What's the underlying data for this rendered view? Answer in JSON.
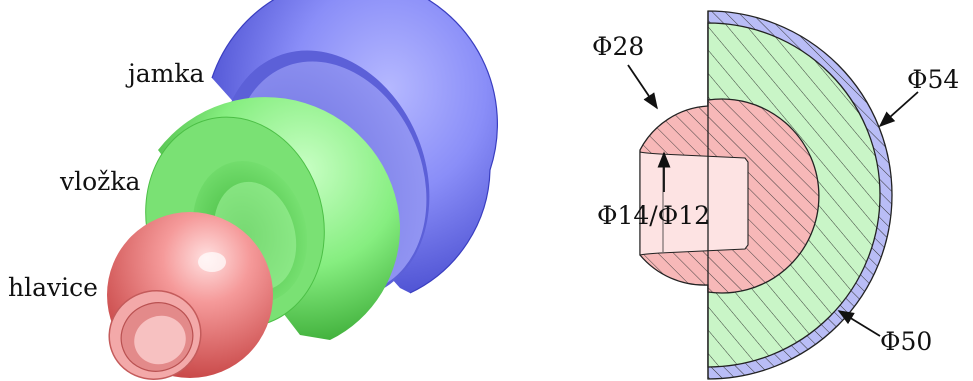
{
  "left_view": {
    "labels": {
      "jamka": "jamka",
      "vlozka": "vložka",
      "hlavice": "hlavice"
    },
    "colors": {
      "jamka": "#7b7ff2",
      "vlozka": "#74e36f",
      "hlavice": "#f08a8a"
    }
  },
  "section_view": {
    "dimensions": {
      "d28": "Φ28",
      "d14_12": "Φ14/Φ12",
      "d54": "Φ54",
      "d50": "Φ50"
    },
    "colors": {
      "shell": "#b9bdf6",
      "liner": "#c9f5c7",
      "head": "#f7b8b8",
      "hatch": "#333333"
    }
  }
}
